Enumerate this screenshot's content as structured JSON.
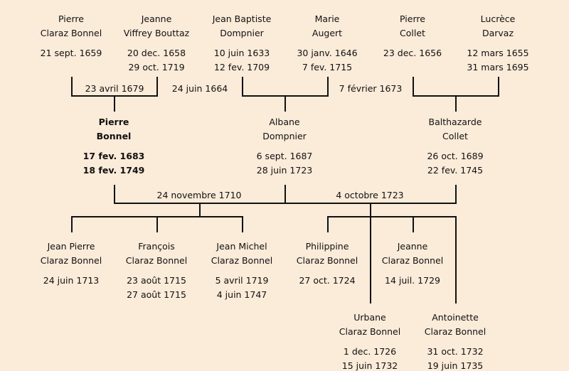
{
  "generation1": [
    {
      "first": "Pierre",
      "last": "Claraz Bonnel",
      "birth": "21 sept. 1659",
      "death": ""
    },
    {
      "first": "Jeanne",
      "last": "Viffrey Bouttaz",
      "birth": "20 dec. 1658",
      "death": "29 oct. 1719"
    },
    {
      "first": "Jean Baptiste",
      "last": "Dompnier",
      "birth": "10 juin 1633",
      "death": "12 fev. 1709"
    },
    {
      "first": "Marie",
      "last": "Augert",
      "birth": "30 janv. 1646",
      "death": "7 fev. 1715"
    },
    {
      "first": "Pierre",
      "last": "Collet",
      "birth": "23 dec. 1656",
      "death": ""
    },
    {
      "first": "Lucrèce",
      "last": "Darvaz",
      "birth": "12 mars 1655",
      "death": "31 mars 1695"
    }
  ],
  "marriages1": [
    "23 avril 1679",
    "24 juin 1664",
    "7 février 1673"
  ],
  "generation2": [
    {
      "first": "Pierre",
      "last": "Bonnel",
      "birth": "17 fev. 1683",
      "death": "18 fev. 1749",
      "highlight": true
    },
    {
      "first": "Albane",
      "last": "Dompnier",
      "birth": "6 sept. 1687",
      "death": "28 juin 1723"
    },
    {
      "first": "Balthazarde",
      "last": "Collet",
      "birth": "26 oct. 1689",
      "death": "22 fev. 1745"
    }
  ],
  "marriages2": [
    "24 novembre 1710",
    "4 octobre 1723"
  ],
  "generation3": [
    {
      "first": "Jean Pierre",
      "last": "Claraz Bonnel",
      "birth": "24 juin 1713",
      "death": ""
    },
    {
      "first": "François",
      "last": "Claraz Bonnel",
      "birth": "23 août 1715",
      "death": "27 août 1715"
    },
    {
      "first": "Jean Michel",
      "last": "Claraz Bonnel",
      "birth": "5 avril 1719",
      "death": "4 juin 1747"
    },
    {
      "first": "Philippine",
      "last": "Claraz Bonnel",
      "birth": "27 oct. 1724",
      "death": ""
    },
    {
      "first": "Jeanne",
      "last": "Claraz Bonnel",
      "birth": "14 juil. 1729",
      "death": ""
    },
    {
      "first": "Urbane",
      "last": "Claraz Bonnel",
      "birth": "1 dec. 1726",
      "death": "15 juin 1732"
    },
    {
      "first": "Antoinette",
      "last": "Claraz Bonnel",
      "birth": "31 oct. 1732",
      "death": "19 juin 1735"
    }
  ]
}
